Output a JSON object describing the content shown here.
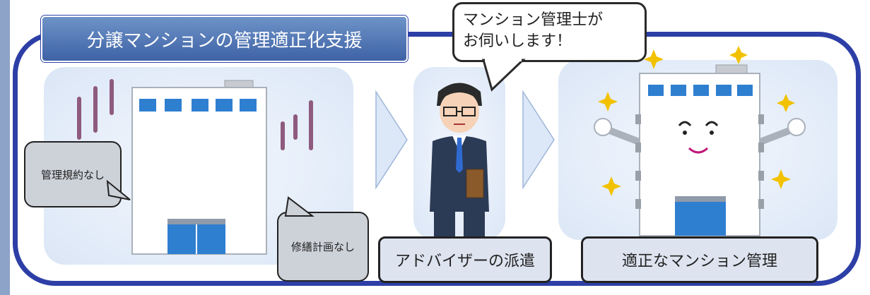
{
  "title": "分譲マンションの管理適正化支援",
  "speech": {
    "lines": [
      "マンション管理士が",
      "お伺いします！"
    ]
  },
  "left_panel": {
    "bubble_rules": "管理規約なし",
    "bubble_repair": "修繕計画なし"
  },
  "middle_label": "アドバイザーの派遣",
  "right_label": "適正なマンション管理",
  "colors": {
    "frame": "#2d3fa6",
    "title_bg": "#4f73b5",
    "panel_bg": "#e4ecf8",
    "window_blue": "#2f7fd0"
  }
}
